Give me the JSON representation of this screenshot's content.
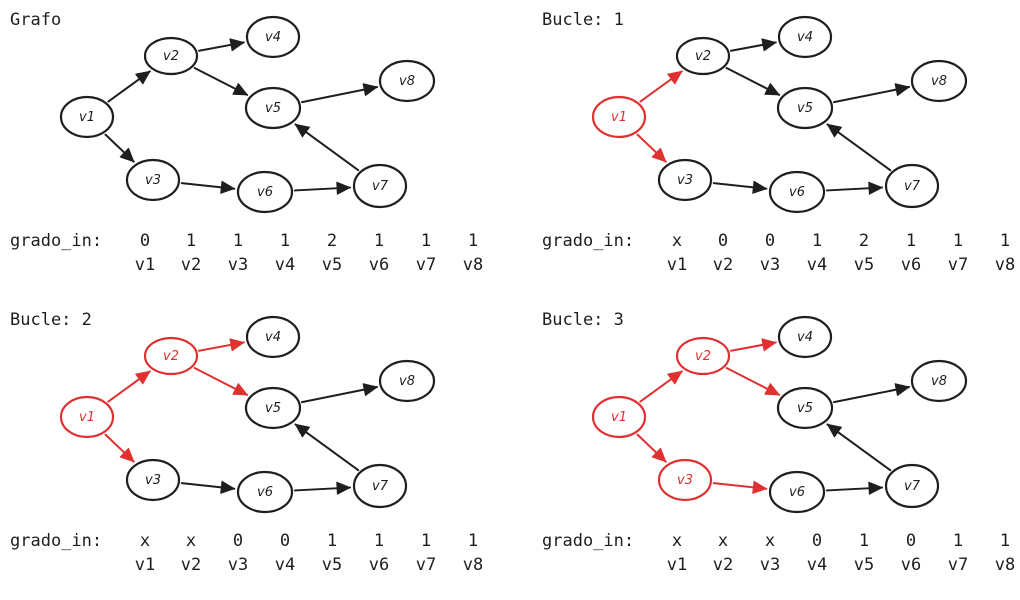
{
  "labels": {
    "row_label": "grado_in:"
  },
  "colors": {
    "default": "#1e1e1e",
    "highlight": "#e03131"
  },
  "panels": [
    {
      "title": "Grafo",
      "highlight_nodes": [],
      "highlight_edges": [],
      "values": [
        "0",
        "1",
        "1",
        "1",
        "2",
        "1",
        "1",
        "1"
      ]
    },
    {
      "title": "Bucle: 1",
      "highlight_nodes": [
        "v1"
      ],
      "highlight_edges": [
        "v1-v2",
        "v1-v3"
      ],
      "values": [
        "x",
        "0",
        "0",
        "1",
        "2",
        "1",
        "1",
        "1"
      ]
    },
    {
      "title": "Bucle: 2",
      "highlight_nodes": [
        "v1",
        "v2"
      ],
      "highlight_edges": [
        "v1-v2",
        "v1-v3",
        "v2-v4",
        "v2-v5"
      ],
      "values": [
        "x",
        "x",
        "0",
        "0",
        "1",
        "1",
        "1",
        "1"
      ]
    },
    {
      "title": "Bucle: 3",
      "highlight_nodes": [
        "v1",
        "v2",
        "v3"
      ],
      "highlight_edges": [
        "v1-v2",
        "v1-v3",
        "v2-v4",
        "v2-v5",
        "v3-v6"
      ],
      "values": [
        "x",
        "x",
        "x",
        "0",
        "1",
        "0",
        "1",
        "1"
      ]
    }
  ],
  "graph": {
    "nodes": [
      "v1",
      "v2",
      "v3",
      "v4",
      "v5",
      "v6",
      "v7",
      "v8"
    ],
    "edges": [
      [
        "v1",
        "v2"
      ],
      [
        "v1",
        "v3"
      ],
      [
        "v2",
        "v4"
      ],
      [
        "v2",
        "v5"
      ],
      [
        "v3",
        "v6"
      ],
      [
        "v6",
        "v7"
      ],
      [
        "v7",
        "v5"
      ],
      [
        "v5",
        "v8"
      ]
    ]
  },
  "vertex_labels": [
    "v1",
    "v2",
    "v3",
    "v4",
    "v5",
    "v6",
    "v7",
    "v8"
  ]
}
